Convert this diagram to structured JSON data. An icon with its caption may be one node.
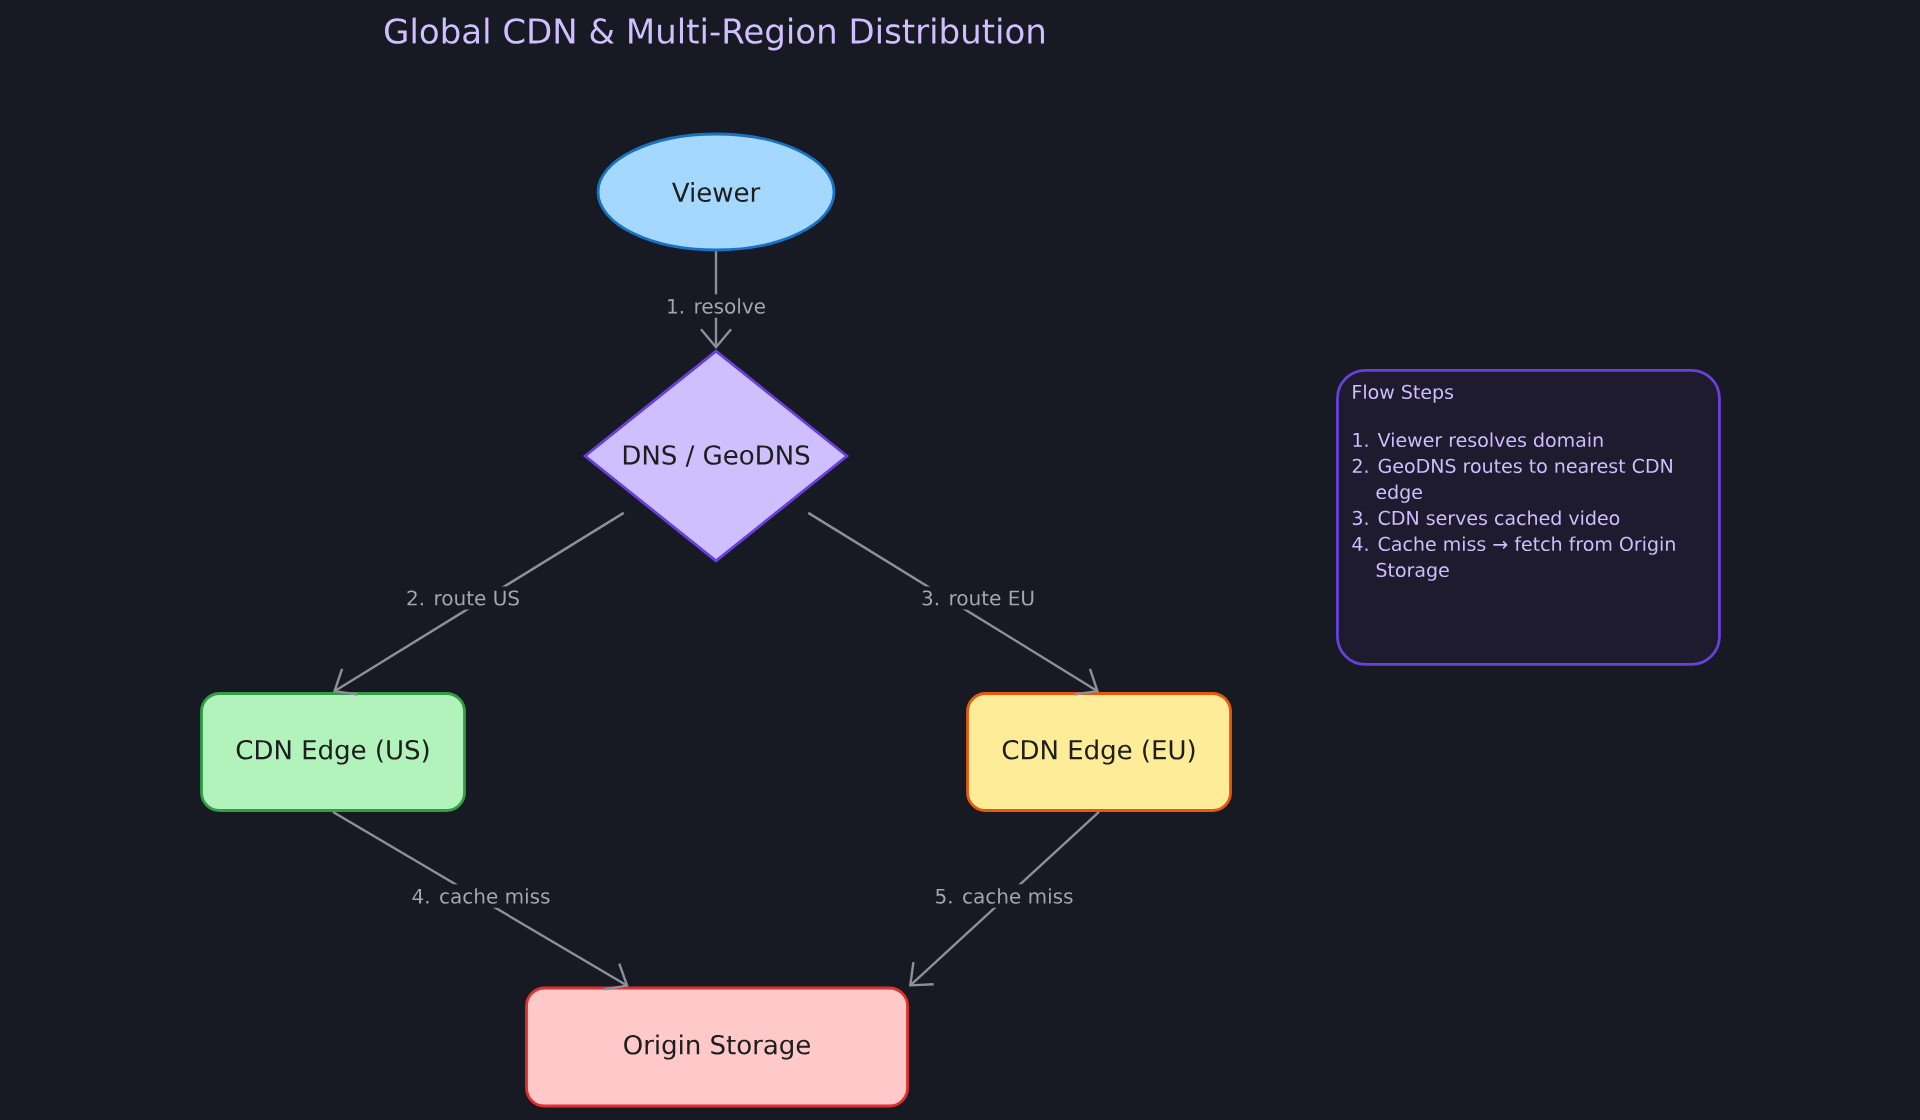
{
  "diagram": {
    "title": "Global CDN & Multi-Region Distribution",
    "nodes": [
      {
        "text": [
          "Viewer"
        ]
      },
      {
        "text": [
          "DNS / GeoDNS"
        ]
      },
      {
        "text": [
          "CDN Edge (US)"
        ]
      },
      {
        "text": [
          "CDN Edge (EU)"
        ]
      },
      {
        "text": [
          "Flow Steps",
          "1. Viewer resolves domain",
          "2. GeoDNS routes to nearest CDN edge",
          "3. CDN serves cached video",
          "4. Cache miss → fetch from Origin Storage"
        ]
      },
      {
        "text": [
          "Origin Storage"
        ]
      }
    ],
    "edges": [
      {
        "from": 0,
        "to": 1,
        "arrow": "to",
        "label": "1. resolve"
      },
      {
        "from": 1,
        "to": 2,
        "arrow": "to",
        "label": "2. route US"
      },
      {
        "from": 1,
        "to": 3,
        "arrow": "to",
        "label": "3. route EU"
      },
      {
        "from": 2,
        "to": 5,
        "arrow": "to",
        "label": "4. cache miss"
      },
      {
        "from": 3,
        "to": 5,
        "arrow": "to",
        "label": "5. cache miss"
      }
    ]
  }
}
